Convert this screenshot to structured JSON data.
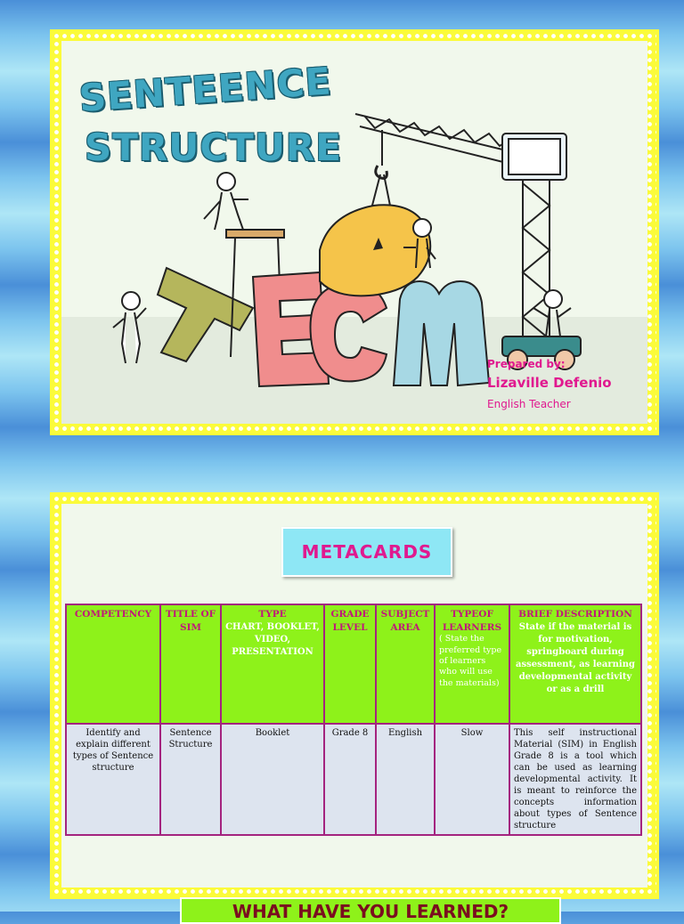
{
  "slide1": {
    "title_line1": "SENTEENCE",
    "title_line2": "STRUCTURE",
    "prepared_by_label": "Prepared by:",
    "author": "Lizaville Defenio",
    "author_role": "English Teacher"
  },
  "slide2": {
    "heading": "METACARDS",
    "table": {
      "headers": [
        {
          "main": "COMPETENCY"
        },
        {
          "main": "TITLE OF SIM"
        },
        {
          "main": "TYPE",
          "sub2": "CHART, BOOKLET, VIDEO, PRESENTATION"
        },
        {
          "main": "GRADE LEVEL"
        },
        {
          "main": "SUBJECT AREA"
        },
        {
          "main": "TYPEOF LEARNERS",
          "sub": "( State the preferred type of learners who will use the materials)"
        },
        {
          "main": "BRIEF DESCRIPTION",
          "sub2": "State if the material is for motivation, springboard during assessment, as learning developmental activity or as a drill"
        }
      ],
      "row": [
        "Identify and explain different types of Sentence structure",
        "Sentence Structure",
        "Booklet",
        "Grade 8",
        "English",
        "Slow",
        "This self instructional Material (SIM) in English Grade 8 is a tool which can be used as learning developmental activity. It is meant to reinforce the concepts information about types of Sentence structure"
      ]
    }
  },
  "slide3": {
    "heading": "WHAT HAVE YOU LEARNED?"
  }
}
